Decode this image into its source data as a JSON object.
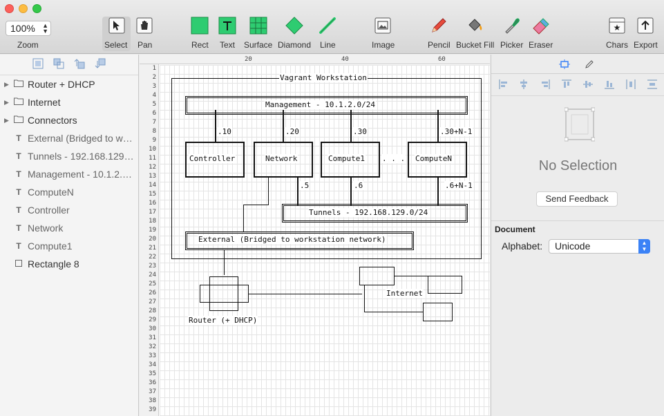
{
  "toolbar": {
    "zoom_value": "100%",
    "zoom_label": "Zoom",
    "tools": [
      {
        "label": "Select",
        "icon": "select-cursor-icon"
      },
      {
        "label": "Pan",
        "icon": "hand-icon"
      },
      {
        "label": "Rect",
        "icon": "rect-icon"
      },
      {
        "label": "Text",
        "icon": "text-icon"
      },
      {
        "label": "Surface",
        "icon": "surface-icon"
      },
      {
        "label": "Diamond",
        "icon": "diamond-icon"
      },
      {
        "label": "Line",
        "icon": "line-icon"
      },
      {
        "label": "Image",
        "icon": "image-icon"
      },
      {
        "label": "Pencil",
        "icon": "pencil-icon"
      },
      {
        "label": "Bucket Fill",
        "icon": "bucket-fill-icon"
      },
      {
        "label": "Picker",
        "icon": "picker-icon"
      },
      {
        "label": "Eraser",
        "icon": "eraser-icon"
      },
      {
        "label": "Chars",
        "icon": "chars-icon"
      },
      {
        "label": "Export",
        "icon": "export-icon"
      }
    ],
    "accent": "#2ecc71"
  },
  "sidebar": {
    "layers": [
      {
        "label": "Router + DHCP",
        "kind": "folder"
      },
      {
        "label": "Internet",
        "kind": "folder"
      },
      {
        "label": "Connectors",
        "kind": "folder"
      },
      {
        "label": "External (Bridged to w…",
        "kind": "text"
      },
      {
        "label": "Tunnels - 192.168.129…",
        "kind": "text"
      },
      {
        "label": "Management - 10.1.2.…",
        "kind": "text"
      },
      {
        "label": "ComputeN",
        "kind": "text"
      },
      {
        "label": "Controller",
        "kind": "text"
      },
      {
        "label": "Network",
        "kind": "text"
      },
      {
        "label": "Compute1",
        "kind": "text"
      },
      {
        "label": "Rectangle 8",
        "kind": "rect"
      }
    ]
  },
  "ruler": {
    "top": [
      "20",
      "40",
      "60"
    ],
    "left": [
      "1",
      "2",
      "3",
      "4",
      "5",
      "6",
      "7",
      "8",
      "9",
      "10",
      "11",
      "12",
      "13",
      "14",
      "15",
      "16",
      "17",
      "18",
      "19",
      "20",
      "21",
      "22",
      "23",
      "24",
      "25",
      "26",
      "27",
      "28",
      "29",
      "30",
      "31",
      "32",
      "33",
      "34",
      "35",
      "36",
      "37",
      "38",
      "39"
    ]
  },
  "diagram": {
    "workstation": "Vagrant Workstation",
    "management": "Management - 10.1.2.0/24",
    "ip_controller": ".10",
    "ip_network": ".20",
    "ip_compute1": ".30",
    "ip_computen": ".30+N-1",
    "controller": "Controller",
    "network": "Network",
    "compute1": "Compute1",
    "dots": ". . .",
    "computen": "ComputeN",
    "tun_network": ".5",
    "tun_compute1": ".6",
    "tun_computen": ".6+N-1",
    "tunnels": "Tunnels - 192.168.129.0/24",
    "external": "External (Bridged to workstation network)",
    "router": "Router (+ DHCP)",
    "internet": "Internet"
  },
  "inspector": {
    "no_selection": "No Selection",
    "send_feedback": "Send Feedback",
    "document": "Document",
    "alphabet_label": "Alphabet:",
    "alphabet_value": "Unicode"
  }
}
